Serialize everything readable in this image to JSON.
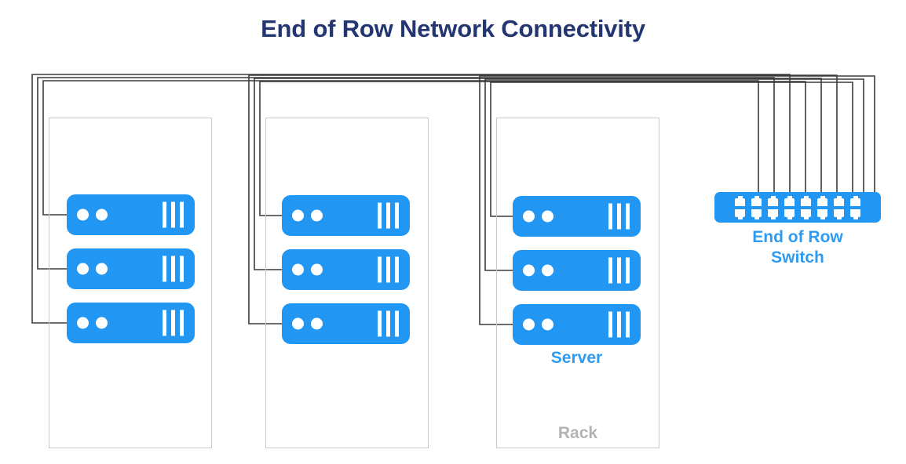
{
  "title": "End of Row Network Connectivity",
  "colors": {
    "title": "#243672",
    "device_blue": "#2196f3",
    "label_blue": "#2e9bf0",
    "rack_outline": "#c9c9c9",
    "rack_label": "#b3b3b3",
    "cable": "#3c3c3c",
    "background": "#ffffff"
  },
  "diagram": {
    "type": "network-topology",
    "topology": "end-of-row",
    "rack_count": 3,
    "servers_per_rack": 3,
    "total_servers": 9,
    "total_cables": 9,
    "switch_ports": 16
  },
  "racks": [
    {
      "id": "rack-1",
      "servers": [
        {
          "id": "rack-1-server-1",
          "name": "Server"
        },
        {
          "id": "rack-1-server-2",
          "name": "Server"
        },
        {
          "id": "rack-1-server-3",
          "name": "Server"
        }
      ]
    },
    {
      "id": "rack-2",
      "servers": [
        {
          "id": "rack-2-server-1",
          "name": "Server"
        },
        {
          "id": "rack-2-server-2",
          "name": "Server"
        },
        {
          "id": "rack-2-server-3",
          "name": "Server"
        }
      ]
    },
    {
      "id": "rack-3",
      "label": "Rack",
      "servers": [
        {
          "id": "rack-3-server-1",
          "name": "Server"
        },
        {
          "id": "rack-3-server-2",
          "name": "Server"
        },
        {
          "id": "rack-3-server-3",
          "name": "Server",
          "label": "Server"
        }
      ]
    }
  ],
  "switch": {
    "id": "end-of-row-switch",
    "label_line1": "End of Row",
    "label_line2": "Switch",
    "port_rows": 2,
    "port_columns": 8
  }
}
